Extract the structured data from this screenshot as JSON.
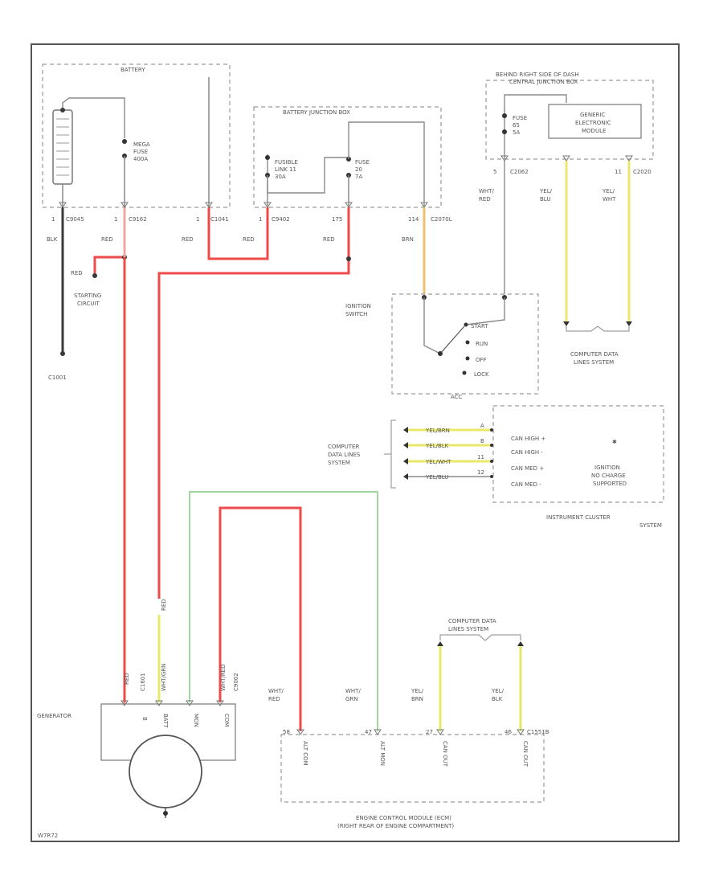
{
  "colors": {
    "red": "#ef4a4a",
    "yellow": "#e9e86a",
    "orange": "#f0c070",
    "green": "#9ed89e",
    "black": "#3a3a3a"
  },
  "battery": {
    "title": "BATTERY",
    "fuse": [
      "MEGA",
      "FUSE",
      "400A"
    ]
  },
  "bjb": {
    "title": "BATTERY JUNCTION BOX",
    "fusible_link": [
      "FUSIBLE",
      "LINK 11",
      "30A"
    ],
    "fuse20": [
      "FUSE",
      "20",
      "7A"
    ]
  },
  "cjb": {
    "title_lines": [
      "BEHIND RIGHT SIDE OF DASH",
      "CENTRAL JUNCTION BOX"
    ],
    "fuse": [
      "FUSE",
      "65",
      "5A"
    ],
    "gem": [
      "GENERIC",
      "ELECTRONIC",
      "MODULE"
    ]
  },
  "connectors": {
    "c1": "1",
    "c1_name": "C9045",
    "c2": "1",
    "c2_name": "C9162",
    "c3": "1",
    "c3_name": "C1041",
    "c4": "1",
    "c4_name": "C9402",
    "c5": "175",
    "c6": "114",
    "c6_name": "C2070L",
    "c7": "5",
    "c7_name": "C2062",
    "c8": "11",
    "c8_name": "C2020",
    "c1001": "C1001"
  },
  "wire_labels": {
    "blk": "BLK",
    "red1": "RED",
    "red2": "RED",
    "red3": "RED",
    "red4": "RED",
    "brn": "BRN",
    "wht_red": [
      "WHT/",
      "RED"
    ],
    "yel_blu": [
      "YEL/",
      "BLU"
    ],
    "yel_wht": [
      "YEL/",
      "WHT"
    ],
    "starting_red": "RED"
  },
  "starting": [
    "STARTING",
    "CIRCUIT"
  ],
  "ignition": {
    "title": [
      "IGNITION",
      "SWITCH"
    ],
    "positions": [
      "START",
      "RUN",
      "OFF",
      "LOCK"
    ],
    "footer": "ACC"
  },
  "cdl_right": [
    "COMPUTER DATA",
    "LINES SYSTEM"
  ],
  "cluster": {
    "wires": [
      "YEL/BRN",
      "YEL/BLK",
      "YEL/WHT",
      "YEL/BLU"
    ],
    "pins": [
      "A",
      "B",
      "11",
      "12"
    ],
    "signals": [
      "CAN HIGH +",
      "CAN HIGH -",
      "CAN MED +",
      "CAN MED -"
    ],
    "left_label": [
      "COMPUTER",
      "DATA LINES",
      "SYSTEM"
    ],
    "lamp": [
      "IGNITION",
      "NO CHARGE",
      "SUPPORTED"
    ],
    "caption": [
      "INSTRUMENT CLUSTER",
      "SYSTEM"
    ]
  },
  "generator": {
    "label": "GENERATOR",
    "vert_labels": [
      "RED",
      "C1601",
      "RED",
      "WHT/GRN",
      "WHT/RED",
      "C9002"
    ],
    "terms": [
      "B",
      "BATT",
      "MON",
      "COM"
    ]
  },
  "ecm": {
    "wires": [
      [
        "WHT/",
        "RED"
      ],
      [
        "WHT/",
        "GRN"
      ],
      [
        "YEL/",
        "BRN"
      ],
      [
        "YEL/",
        "BLK"
      ]
    ],
    "pins": [
      "58",
      "47",
      "27",
      "46"
    ],
    "c_name": "C1551B",
    "signals": [
      "ALT COM",
      "ALT MON",
      "CAN OUT",
      "CAN OUT"
    ],
    "caption": [
      "ENGINE CONTROL MODULE (ECM)",
      "(RIGHT REAR OF ENGINE COMPARTMENT)"
    ]
  },
  "cdl_bottom": [
    "COMPUTER DATA",
    "LINES SYSTEM"
  ],
  "footer_code": "W7R72"
}
